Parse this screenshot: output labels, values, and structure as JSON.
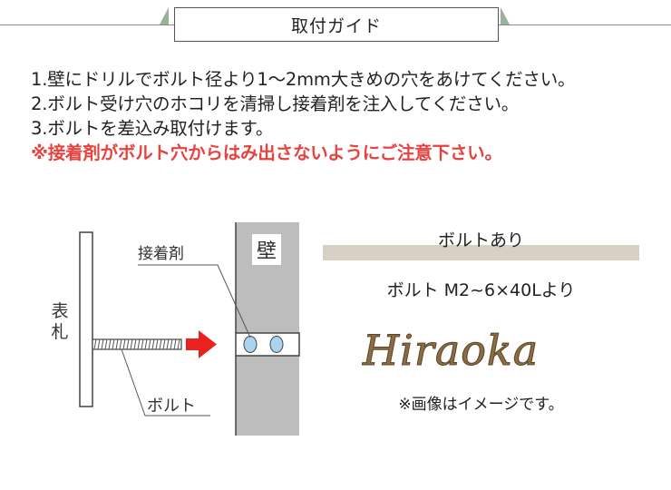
{
  "header": {
    "title": "取付ガイド"
  },
  "instructions": [
    "1.壁にドリルでボルト径より1～2mm大きめの穴をあけてください。",
    "2.ボルト受け穴のホコリを清掃し接着剤を注入してください。",
    "3.ボルトを差込み取付けます。"
  ],
  "warning": "※接着剤がボルト穴からはみ出さないようにご注意下さい。",
  "diagram": {
    "wall_label": "壁",
    "adhesive_label": "接着剤",
    "nameplate_label": "表札",
    "bolt_label": "ボルト"
  },
  "product": {
    "bolt_title": "ボルトあり",
    "bolt_size": "ボルト M2~6×40Lより",
    "logo_text": "Hiraoka",
    "note": "※画像はイメージです。"
  },
  "colors": {
    "accent_green": "#9bb29a",
    "warning_red": "#e8423f",
    "arrow_red": "#e8231e",
    "wall_gray": "#bdbdbd",
    "bar_beige": "#d8d0c3",
    "logo_bronze": "#8a6d45"
  }
}
